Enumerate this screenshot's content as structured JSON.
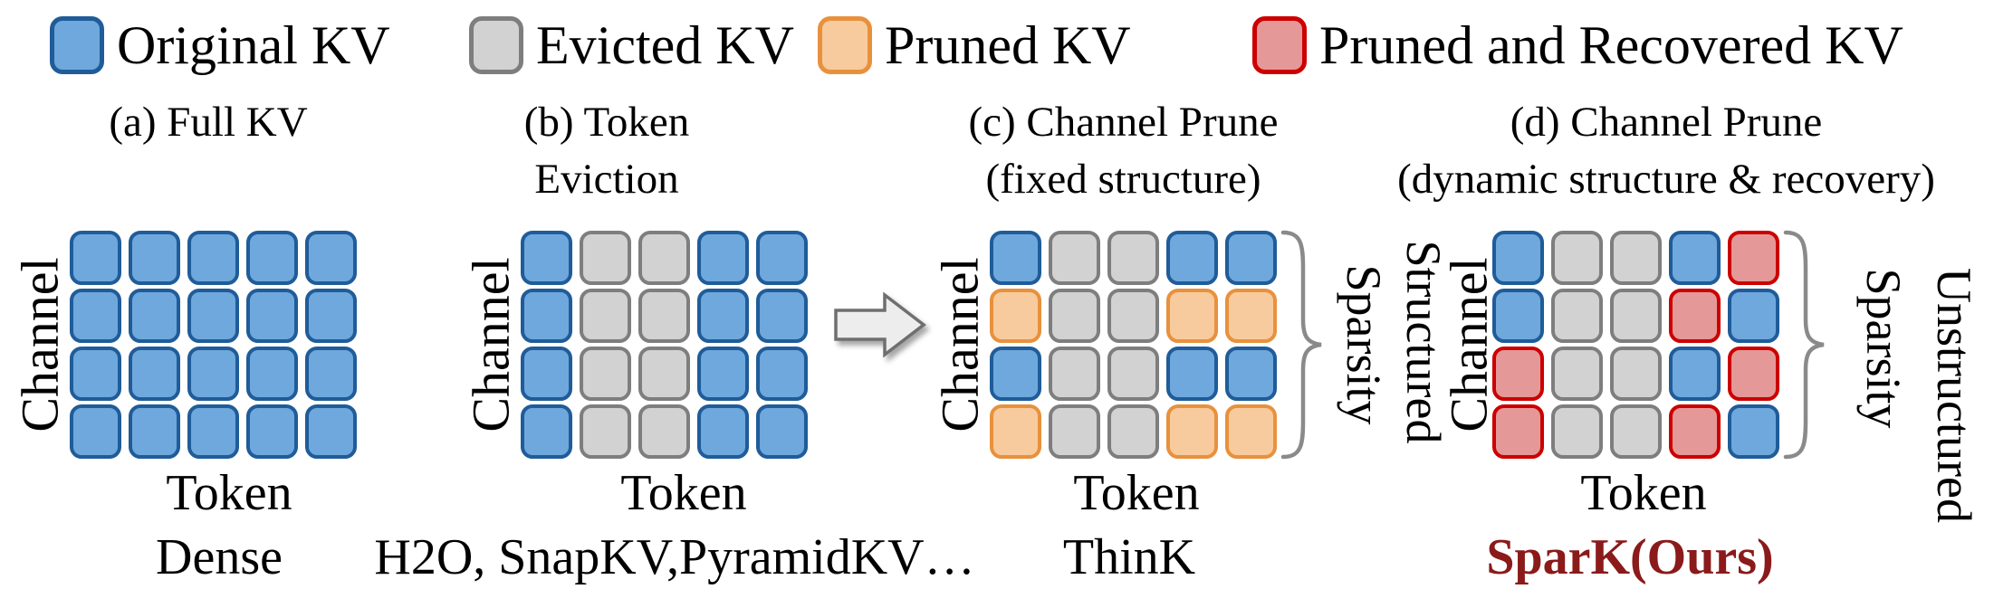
{
  "legend": {
    "items": [
      {
        "label": "Original KV",
        "fill": "#6FA8DC",
        "border": "#1F5C99"
      },
      {
        "label": "Evicted KV",
        "fill": "#D2D2D2",
        "border": "#7E7E7E"
      },
      {
        "label": "Pruned KV",
        "fill": "#F8CB9E",
        "border": "#E8913D"
      },
      {
        "label": "Pruned and Recovered KV",
        "fill": "#E59898",
        "border": "#CC0000"
      }
    ]
  },
  "cell_colors": {
    "original": {
      "fill": "#6FA8DC",
      "border": "#1F5C99"
    },
    "evicted": {
      "fill": "#D2D2D2",
      "border": "#7E7E7E"
    },
    "pruned": {
      "fill": "#F8CB9E",
      "border": "#E8913D"
    },
    "recovered": {
      "fill": "#E59898",
      "border": "#CC0000"
    }
  },
  "panels": [
    {
      "id": "a",
      "title_lines": [
        "(a) Full KV"
      ],
      "axis_y": "Channel",
      "axis_x": "Token",
      "method": "Dense",
      "grid": [
        [
          "original",
          "original",
          "original",
          "original",
          "original"
        ],
        [
          "original",
          "original",
          "original",
          "original",
          "original"
        ],
        [
          "original",
          "original",
          "original",
          "original",
          "original"
        ],
        [
          "original",
          "original",
          "original",
          "original",
          "original"
        ]
      ]
    },
    {
      "id": "b",
      "title_lines": [
        "(b) Token",
        "Eviction"
      ],
      "axis_y": "Channel",
      "axis_x": "Token",
      "method": "H2O, SnapKV,PyramidKV…",
      "grid": [
        [
          "original",
          "evicted",
          "evicted",
          "original",
          "original"
        ],
        [
          "original",
          "evicted",
          "evicted",
          "original",
          "original"
        ],
        [
          "original",
          "evicted",
          "evicted",
          "original",
          "original"
        ],
        [
          "original",
          "evicted",
          "evicted",
          "original",
          "original"
        ]
      ]
    },
    {
      "id": "c",
      "title_lines": [
        "(c) Channel Prune",
        "(fixed structure)"
      ],
      "axis_y": "Channel",
      "axis_x": "Token",
      "method": "ThinK",
      "sparsity_word": "Sparsity",
      "sparsity_kind": "Structured",
      "grid": [
        [
          "original",
          "evicted",
          "evicted",
          "original",
          "original"
        ],
        [
          "pruned",
          "evicted",
          "evicted",
          "pruned",
          "pruned"
        ],
        [
          "original",
          "evicted",
          "evicted",
          "original",
          "original"
        ],
        [
          "pruned",
          "evicted",
          "evicted",
          "pruned",
          "pruned"
        ]
      ]
    },
    {
      "id": "d",
      "title_lines": [
        "(d) Channel Prune",
        "(dynamic structure & recovery)"
      ],
      "axis_y": "Channel",
      "axis_x": "Token",
      "method": "SparK(Ours)",
      "method_color": "#8B1A1A",
      "sparsity_word": "Sparsity",
      "sparsity_kind": "Unstructured",
      "grid": [
        [
          "original",
          "evicted",
          "evicted",
          "original",
          "recovered"
        ],
        [
          "original",
          "evicted",
          "evicted",
          "recovered",
          "original"
        ],
        [
          "recovered",
          "evicted",
          "evicted",
          "original",
          "recovered"
        ],
        [
          "recovered",
          "evicted",
          "evicted",
          "recovered",
          "original"
        ]
      ]
    }
  ]
}
